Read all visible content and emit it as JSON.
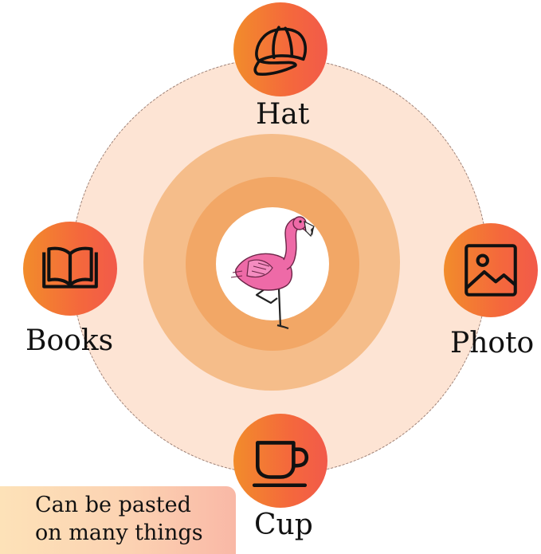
{
  "items": [
    {
      "id": "hat",
      "label": "Hat",
      "icon": "hat-icon"
    },
    {
      "id": "books",
      "label": "Books",
      "icon": "open-book-icon"
    },
    {
      "id": "photo",
      "label": "Photo",
      "icon": "photo-icon"
    },
    {
      "id": "cup",
      "label": "Cup",
      "icon": "cup-icon"
    }
  ],
  "center": {
    "image": "flamingo-sticker"
  },
  "banner": {
    "line1": "Can be pasted",
    "line2": "on many things"
  },
  "colors": {
    "node_gradient_start": "#f28c2b",
    "node_gradient_end": "#f25a4a",
    "outer_ring": "#fde4d4",
    "middle_ring": "#f5bd8a",
    "inner_ring": "#f2a766",
    "flamingo_pink": "#ee6aa7"
  }
}
